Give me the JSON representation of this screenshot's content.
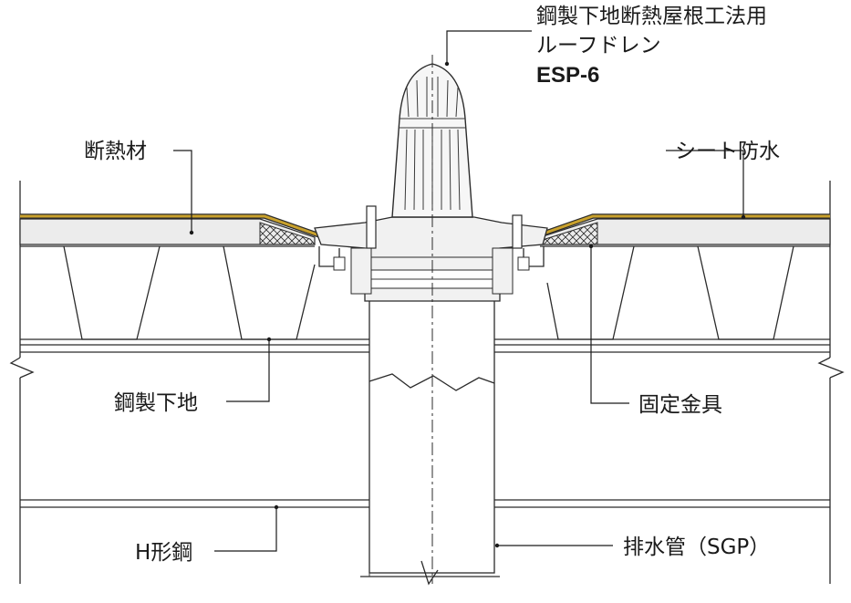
{
  "labels": {
    "drain_name_line1": "鋼製下地断熱屋根工法用",
    "drain_name_line2": "ルーフドレン",
    "drain_model": "ESP-6",
    "insulation": "断熱材",
    "sheet_waterproofing": "シート防水",
    "steel_deck": "鋼製下地",
    "fixing_bracket": "固定金具",
    "h_beam": "H形鋼",
    "drain_pipe": "排水管（SGP）"
  },
  "colors": {
    "waterproof_sheet": "#c9a12c",
    "insulation_fill": "#ececec",
    "drain_fill": "#f1f1f1",
    "line": "#2b2b2b"
  }
}
